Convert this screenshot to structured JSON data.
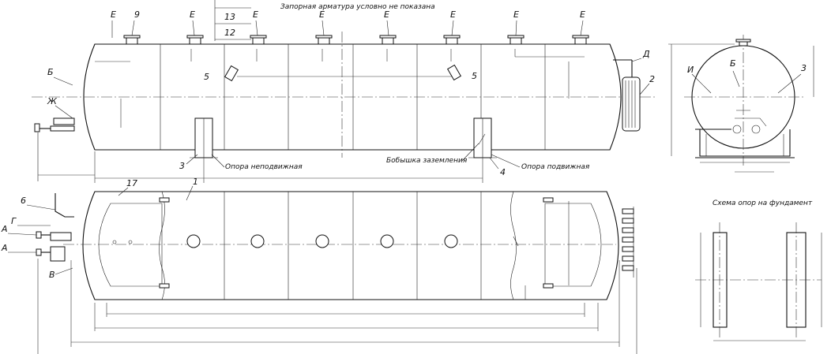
{
  "notes": {
    "top_note": "Запорная арматура условно не показана",
    "scheme_title": "Схема опор на фундамент"
  },
  "callouts": {
    "fixed_support": "Опора неподвижная",
    "movable_support": "Опора подвижная",
    "grounding_boss": "Бобышка заземления"
  },
  "nozzle_letters": {
    "E": "Е",
    "B": "Б",
    "ZH": "Ж",
    "D": "Д",
    "I": "И",
    "G": "Г",
    "A": "А",
    "V": "В"
  },
  "position_numbers": {
    "p1": "1",
    "p2": "2",
    "p3": "3",
    "p4": "4",
    "p5": "5",
    "p6": "6",
    "p9": "9",
    "p12": "12",
    "p13": "13",
    "p17": "17"
  },
  "colors": {
    "line": "#111111",
    "background": "#ffffff"
  }
}
